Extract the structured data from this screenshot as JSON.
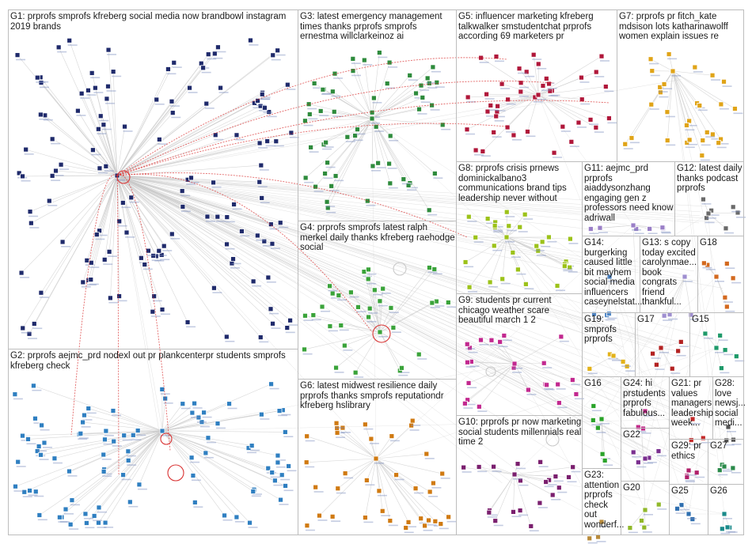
{
  "colors": {
    "G1": "#1f2a6b",
    "G2": "#2f7fc1",
    "G3": "#2e8b3c",
    "G4": "#3aa33a",
    "G5": "#b0173a",
    "G6": "#d07a12",
    "G7": "#e0a418",
    "G8": "#9cc21a",
    "G9": "#c2288f",
    "G10": "#7a1f6e",
    "G11": "#9a7fc7",
    "G12": "#6a6a6a",
    "G13": "#9f8fd0",
    "G14": "#4f86c6",
    "G15": "#1f9a6a",
    "G16": "#2aa32a",
    "G17": "#b32222",
    "G18": "#d3691f",
    "G19": "#e3b21a",
    "G20": "#90b82a",
    "G21": "#c42a2a",
    "G22": "#7a2f8f",
    "G23": "#b88a3a",
    "G24": "#c22a8a",
    "G25": "#2f6fb0",
    "G26": "#1a8a8a",
    "G27": "#2a8a4a",
    "G28": "#555555",
    "G29": "#b01f6a",
    "edge": "#c9c9c9",
    "edge_highlight": "#d93333",
    "border": "#bdbdbd"
  },
  "groups": [
    {
      "id": "G1",
      "label": "G1: prprofs smprofs kfreberg social media now brandbowl instagram\n2019 brands"
    },
    {
      "id": "G2",
      "label": "G2: prprofs aejmc_prd nodexl out pr plankcenterpr students smprofs\nkfreberg check"
    },
    {
      "id": "G3",
      "label": "G3: latest emergency management\ntimes thanks prprofs smprofs\nernestma willclarkeinoz ai"
    },
    {
      "id": "G4",
      "label": "G4: prprofs smprofs latest ralph\nmerkel daily thanks kfreberg raehodge\nsocial"
    },
    {
      "id": "G5",
      "label": "G5: influencer marketing kfreberg\ntalkwalker smstudentchat prprofs\naccording 69 marketers pr"
    },
    {
      "id": "G6",
      "label": "G6: latest midwest resilience daily\nprprofs thanks smprofs reputationdr\nkfreberg hslibrary"
    },
    {
      "id": "G7",
      "label": "G7: prprofs pr fitch_kate\nmdsison lots katharinawolff\nwomen explain issues re"
    },
    {
      "id": "G8",
      "label": "G8: prprofs crisis prnews\ndominickalbano3\ncommunications brand tips\nleadership never without"
    },
    {
      "id": "G9",
      "label": "G9: students pr current\nchicago weather scare\nbeautiful march 1 2"
    },
    {
      "id": "G10",
      "label": "G10: prprofs pr now marketing\nsocial students millennials real\ntime 2"
    },
    {
      "id": "G11",
      "label": "G11: aejmc_prd\nprprofs\naiaddysonzhang\nengaging gen z\nprofessors need know\nadriwall"
    },
    {
      "id": "G12",
      "label": "G12: latest daily\nthanks podcast\nprprofs"
    },
    {
      "id": "G13",
      "label": "G13: s copy\ntoday excited\ncarolynmae...\nbook\ncongrats\nfriend\nthankful..."
    },
    {
      "id": "G14",
      "label": "G14:\nburgerking\ncaused little\nbit mayhem\nsocial media\ninfluencers\ncaseynelstat..."
    },
    {
      "id": "G15",
      "label": "G15"
    },
    {
      "id": "G16",
      "label": "G16"
    },
    {
      "id": "G17",
      "label": "G17"
    },
    {
      "id": "G18",
      "label": "G18"
    },
    {
      "id": "G19",
      "label": "G19:\nsmprofs\nprprofs"
    },
    {
      "id": "G20",
      "label": "G20"
    },
    {
      "id": "G21",
      "label": "G21: pr\nvalues\nmanagers\nleadership\nweek..."
    },
    {
      "id": "G22",
      "label": "G22"
    },
    {
      "id": "G23",
      "label": "G23:\nattention\nprprofs\ncheck\nout\nwonderf..."
    },
    {
      "id": "G24",
      "label": "G24: hi\nprstudents\nprprofs\nfabulous..."
    },
    {
      "id": "G25",
      "label": "G25"
    },
    {
      "id": "G26",
      "label": "G26"
    },
    {
      "id": "G27",
      "label": "G27"
    },
    {
      "id": "G28",
      "label": "G28:\nlove\nnewsj...\nsocial\nmedi..."
    },
    {
      "id": "G29",
      "label": "G29: pr\nethics"
    }
  ]
}
